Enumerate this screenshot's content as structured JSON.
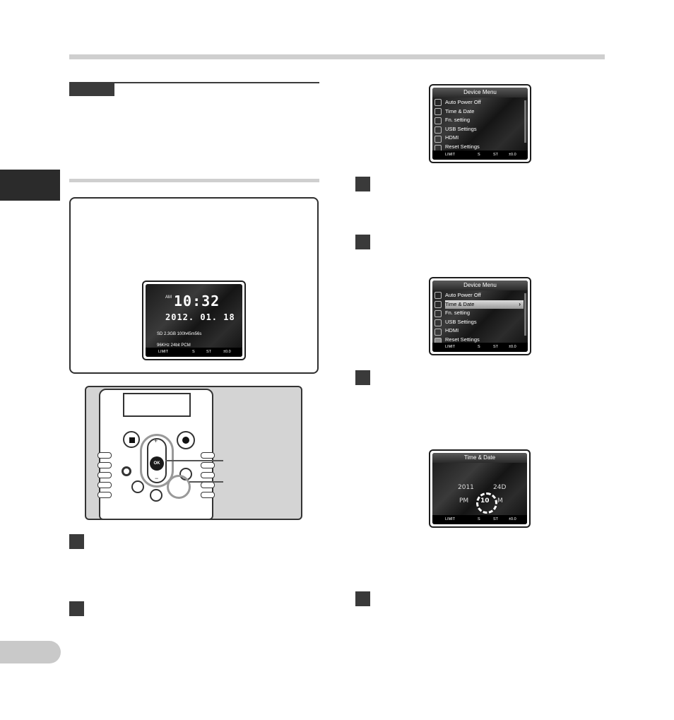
{
  "menu_screen_1": {
    "title": "Device Menu",
    "items": [
      "Auto Power Off",
      "Time & Date",
      "Fn. setting",
      "USB Settings",
      "HDMI",
      "Reset Settings"
    ],
    "status": {
      "limit": "LIMIT",
      "mode": "S",
      "level": "±0.0",
      "stereo": "ST"
    }
  },
  "menu_screen_2": {
    "title": "Device Menu",
    "items": [
      "Auto Power Off",
      "Time & Date",
      "Fn. setting",
      "USB Settings",
      "HDMI",
      "Reset Settings"
    ],
    "selected_index": 1,
    "status": {
      "limit": "LIMIT",
      "mode": "S",
      "level": "±0.0",
      "stereo": "ST"
    }
  },
  "time_date_screen": {
    "title": "Time & Date",
    "row1": "2011",
    "row1_right": "24D",
    "row2_left": "PM",
    "row2_mid": "10",
    "row2_right": "M",
    "status": {
      "limit": "LIMIT",
      "mode": "S",
      "level": "±0.0",
      "stereo": "ST"
    }
  },
  "clock_screen": {
    "ampm": "AM",
    "time": "10:32",
    "date": "2012. 01. 18",
    "storage": "SD 2.3GB 100h45m56s",
    "format": "96KHz 24bit PCM",
    "status": {
      "limit": "LIMIT",
      "mode": "S",
      "level": "±0.0",
      "stereo": "ST"
    }
  },
  "device": {
    "plus_label": "+",
    "minus_label": "−",
    "ok_label": "OK"
  }
}
